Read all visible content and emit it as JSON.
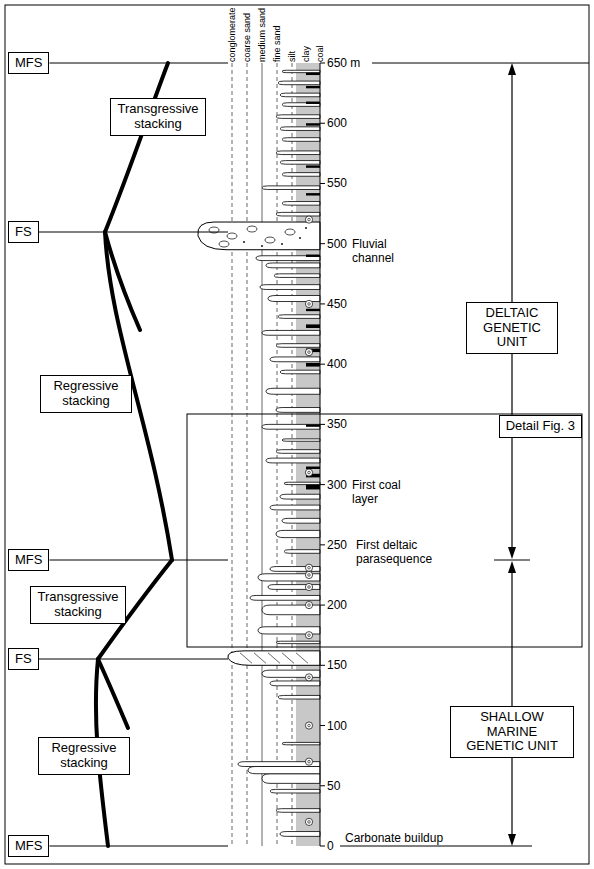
{
  "diagram": {
    "nodes": [
      {
        "text": [
          "MFS"
        ]
      },
      {
        "text": [
          "Transgressive stacking"
        ]
      },
      {
        "text": [
          "FS"
        ]
      },
      {
        "text": [
          "Regressive stacking"
        ]
      },
      {
        "text": [
          "DELTAIC GENETIC UNIT"
        ]
      },
      {
        "text": [
          "Detail Fig. 3"
        ]
      },
      {
        "text": [
          "MFS"
        ]
      },
      {
        "text": [
          "Transgressive stacking"
        ]
      },
      {
        "text": [
          "FS"
        ]
      },
      {
        "text": [
          "Regressive stacking"
        ]
      },
      {
        "text": [
          "SHALLOW MARINE GENETIC UNIT"
        ]
      },
      {
        "text": [
          "MFS"
        ]
      }
    ],
    "labels": [
      "conglomerate",
      "coarse sand",
      "medium sand",
      "fine sand",
      "silt",
      "clay",
      "coal",
      "650 m",
      "600",
      "550",
      "500",
      "450",
      "400",
      "350",
      "300",
      "250",
      "200",
      "150",
      "100",
      "50",
      "0",
      "Fluvial channel",
      "First coal layer",
      "First deltaic parasequence",
      "Carbonate buildup"
    ]
  }
}
